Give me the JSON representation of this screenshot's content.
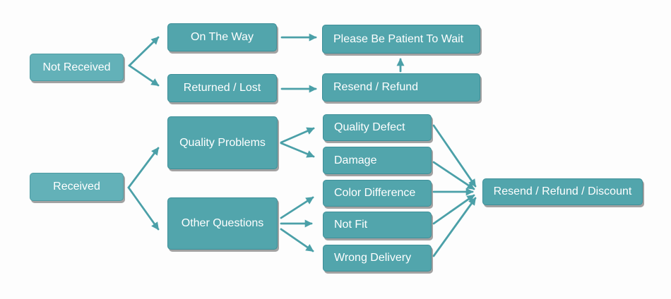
{
  "diagram": {
    "type": "flowchart",
    "colors": {
      "node_fill": "#52a5ac",
      "node_fill_light": "#63b1b8",
      "node_border": "#3d8f98",
      "arrow": "#4ba0a8",
      "text": "#ffffff",
      "background": "#fdfdfd"
    },
    "nodes": {
      "not_received": {
        "label": "Not Received"
      },
      "received": {
        "label": "Received"
      },
      "on_the_way": {
        "label": "On The Way"
      },
      "returned_lost": {
        "label": "Returned / Lost"
      },
      "quality_problems": {
        "label": "Quality Problems"
      },
      "other_questions": {
        "label": "Other Questions"
      },
      "please_wait": {
        "label": "Please Be Patient To Wait"
      },
      "resend_refund": {
        "label": "Resend / Refund"
      },
      "quality_defect": {
        "label": "Quality Defect"
      },
      "damage": {
        "label": "Damage"
      },
      "color_difference": {
        "label": "Color Difference"
      },
      "not_fit": {
        "label": "Not Fit"
      },
      "wrong_delivery": {
        "label": "Wrong Delivery"
      },
      "resend_refund_discount": {
        "label": "Resend / Refund / Discount"
      }
    },
    "edges": [
      {
        "from": "not_received",
        "to": "on_the_way"
      },
      {
        "from": "not_received",
        "to": "returned_lost"
      },
      {
        "from": "on_the_way",
        "to": "please_wait"
      },
      {
        "from": "returned_lost",
        "to": "resend_refund"
      },
      {
        "from": "resend_refund",
        "to": "please_wait"
      },
      {
        "from": "received",
        "to": "quality_problems"
      },
      {
        "from": "received",
        "to": "other_questions"
      },
      {
        "from": "quality_problems",
        "to": "quality_defect"
      },
      {
        "from": "quality_problems",
        "to": "damage"
      },
      {
        "from": "other_questions",
        "to": "color_difference"
      },
      {
        "from": "other_questions",
        "to": "not_fit"
      },
      {
        "from": "other_questions",
        "to": "wrong_delivery"
      },
      {
        "from": "quality_defect",
        "to": "resend_refund_discount"
      },
      {
        "from": "damage",
        "to": "resend_refund_discount"
      },
      {
        "from": "color_difference",
        "to": "resend_refund_discount"
      },
      {
        "from": "not_fit",
        "to": "resend_refund_discount"
      },
      {
        "from": "wrong_delivery",
        "to": "resend_refund_discount"
      }
    ]
  }
}
